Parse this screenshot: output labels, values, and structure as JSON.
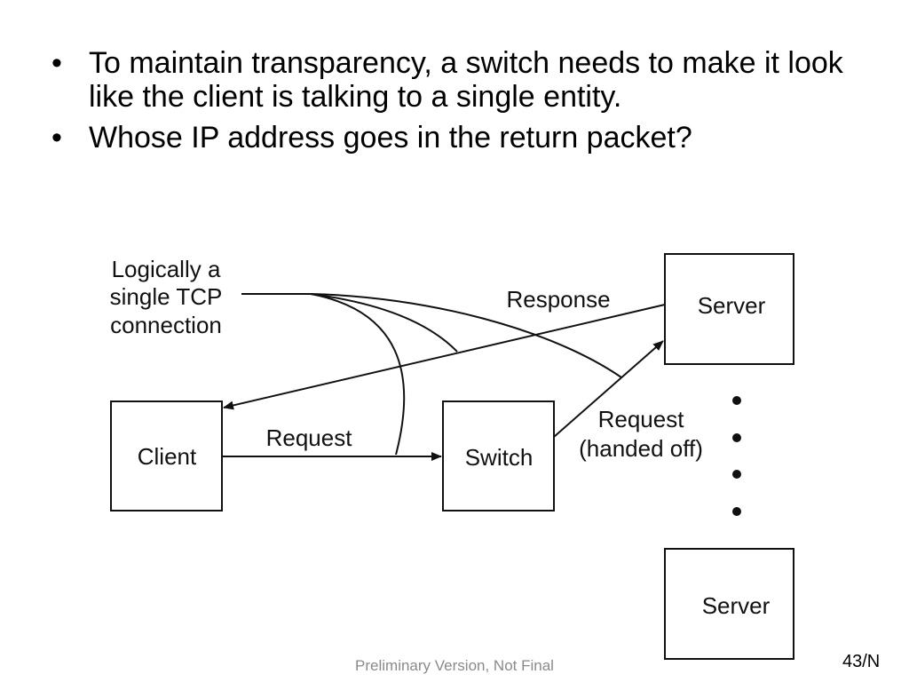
{
  "slide": {
    "bullets": [
      "To maintain transparency, a switch needs to make it look like the client is talking to a single entity.",
      "Whose IP address goes in the return packet?"
    ],
    "bullet_glyph": "•"
  },
  "diagram": {
    "logical_label": [
      "Logically a",
      "single TCP",
      "connection"
    ],
    "client_label": "Client",
    "switch_label": "Switch",
    "server_top_label": "Server",
    "server_bottom_label": "Server",
    "request_label": "Request",
    "response_label": "Response",
    "handed_off_label": [
      "Request",
      "(handed off)"
    ]
  },
  "footer": {
    "note": "Preliminary Version, Not Final",
    "page": "43/N"
  }
}
